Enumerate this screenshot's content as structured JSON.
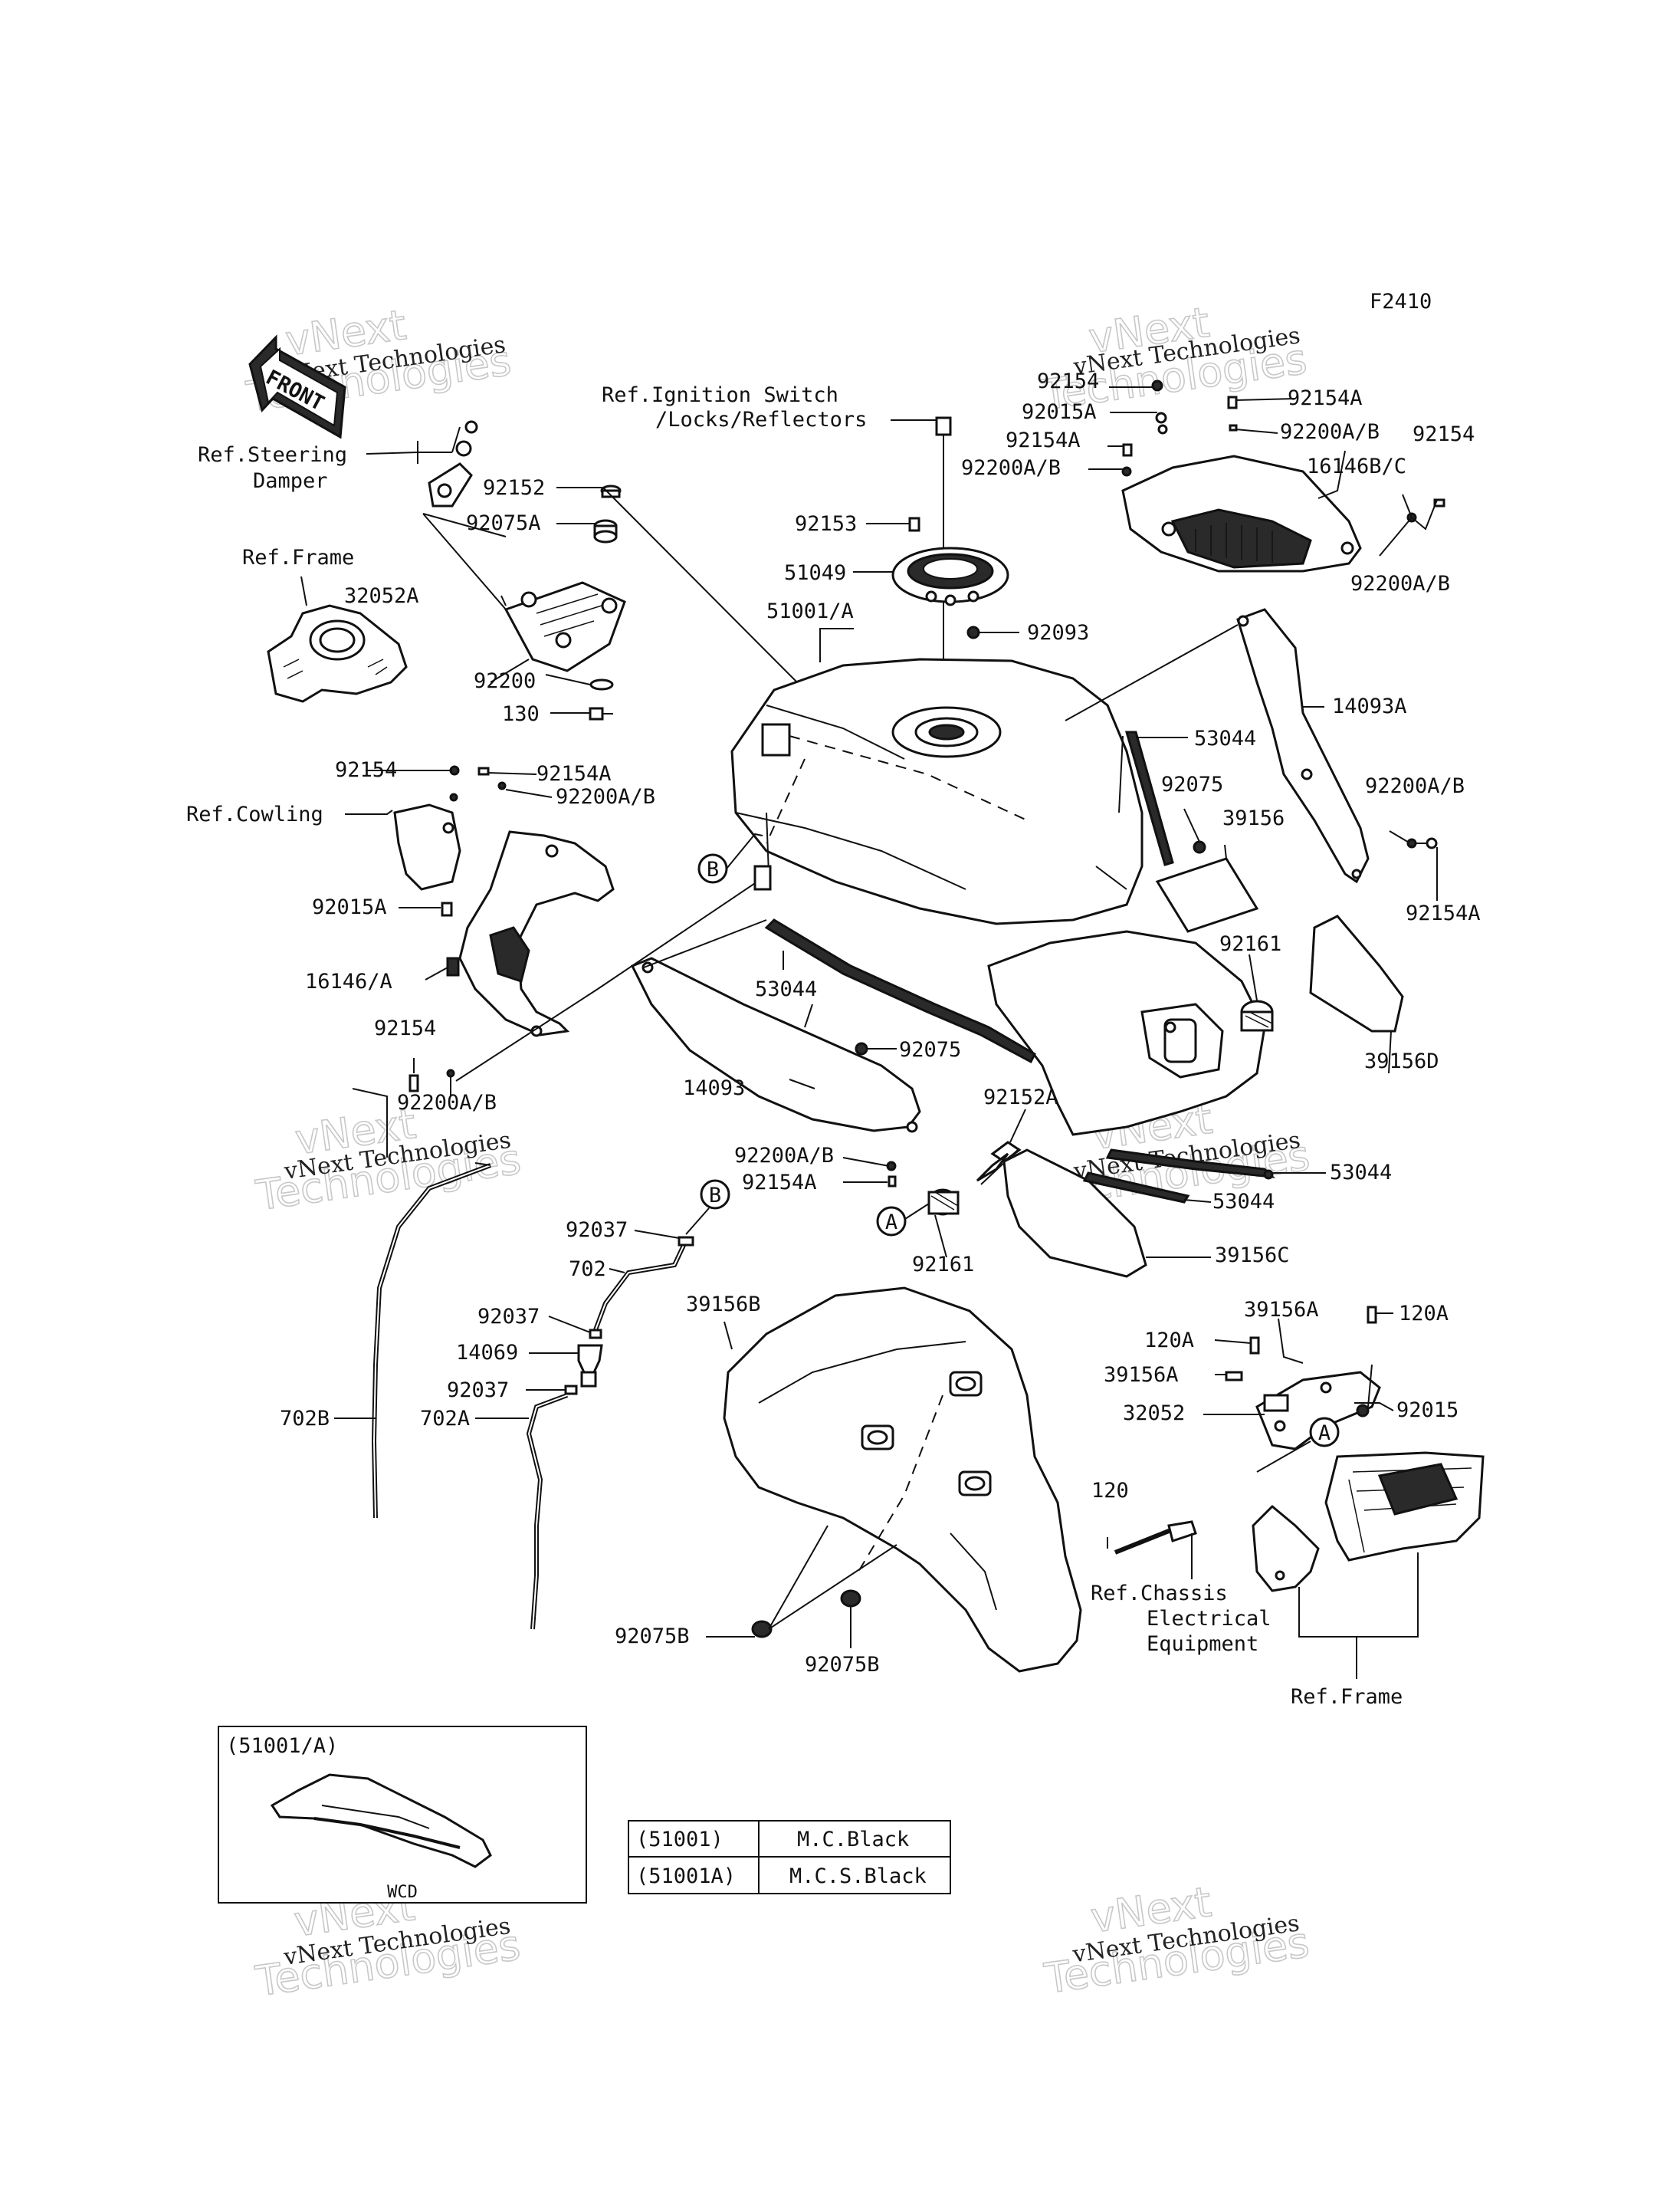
{
  "figure_code": "F2410",
  "front_label": "FRONT",
  "watermark": {
    "line1": "vNext Technologies",
    "line2": "vNext",
    "line3": "Technologies"
  },
  "refs": {
    "ignition_1": "Ref.Ignition Switch",
    "ignition_2": "/Locks/Reflectors",
    "steering_1": "Ref.Steering",
    "steering_2": "Damper",
    "frame_top": "Ref.Frame",
    "cowling": "Ref.Cowling",
    "chassis_1": "Ref.Chassis",
    "chassis_2": "Electrical",
    "chassis_3": "Equipment",
    "frame_bottom": "Ref.Frame"
  },
  "callouts": {
    "a1": "A",
    "a2": "A",
    "b1": "B",
    "b2": "B"
  },
  "labels": {
    "p92152": "92152",
    "p92075A": "92075A",
    "p32052A": "32052A",
    "p92200": "92200",
    "p130": "130",
    "p92153": "92153",
    "p51049": "51049",
    "p92093": "92093",
    "p51001A": "51001/A",
    "p92154_top": "92154",
    "p92015A_top": "92015A",
    "p92154A_top": "92154A",
    "p92200AB_top1": "92200A/B",
    "p92154A_tr": "92154A",
    "p92200AB_tr": "92200A/B",
    "p92154_tr": "92154",
    "p16146BC": "16146B/C",
    "p92200AB_r": "92200A/B",
    "p14093A": "14093A",
    "p53044_top": "53044",
    "p92075_r": "92075",
    "p39156": "39156",
    "p92200AB_r2": "92200A/B",
    "p92154A_r2": "92154A",
    "p92154_l": "92154",
    "p92154A_l": "92154A",
    "p92200AB_l": "92200A/B",
    "p92015A_l": "92015A",
    "p16146A": "16146/A",
    "p92154_l2": "92154",
    "p92200AB_l2": "92200A/B",
    "p53044_l": "53044",
    "p92075_m": "92075",
    "p14093": "14093",
    "p92161_r": "92161",
    "p39156D": "39156D",
    "p92152A": "92152A",
    "p92200AB_m": "92200A/B",
    "p92154A_m": "92154A",
    "p53044_b1": "53044",
    "p53044_b2": "53044",
    "p39156C": "39156C",
    "p92161_b": "92161",
    "p92037_1": "92037",
    "p702": "702",
    "p92037_2": "92037",
    "p14069": "14069",
    "p92037_3": "92037",
    "p702B": "702B",
    "p702A": "702A",
    "p39156B": "39156B",
    "p92075B_1": "92075B",
    "p92075B_2": "92075B",
    "p39156A_1": "39156A",
    "p120A_1": "120A",
    "p120A_2": "120A",
    "p39156A_2": "39156A",
    "p32052": "32052",
    "p92015": "92015",
    "p120": "120"
  },
  "inset": {
    "title": "(51001/A)",
    "code": "WCD"
  },
  "color_table": {
    "rows": [
      {
        "part": "(51001)",
        "color": "M.C.Black"
      },
      {
        "part": "(51001A)",
        "color": "M.C.S.Black"
      }
    ]
  }
}
